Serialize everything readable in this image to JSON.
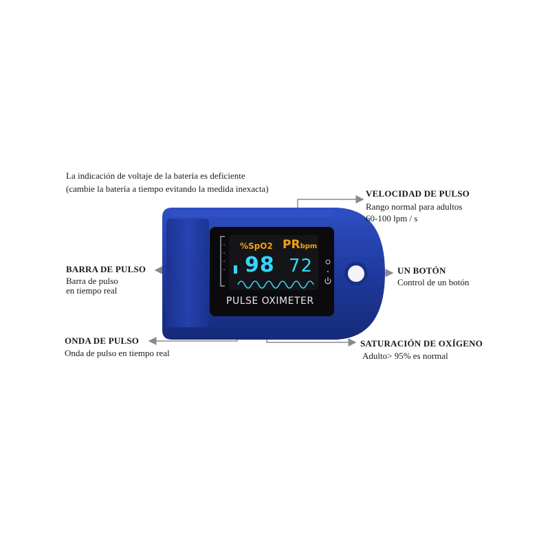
{
  "callouts": {
    "battery": {
      "line1": "La indicación de voltaje de la batería es deficiente",
      "line2": "(cambie la batería a tiempo evitando la medida inexacta)"
    },
    "pulse_rate": {
      "title": "VELOCIDAD DE PULSO",
      "line1": "Rango normal para adultos",
      "line2": "60-100 lpm / s"
    },
    "pulse_bar": {
      "title": "BARRA DE PULSO",
      "line1": "Barra de pulso",
      "line2": "en tiempo real"
    },
    "button": {
      "title": "UN BOTÓN",
      "line1": "Control de un botón"
    },
    "pulse_wave": {
      "title": "ONDA DE PULSO",
      "line1": "Onda de pulso en tiempo real"
    },
    "oxygen": {
      "title": "SATURACIÓN DE OXÍGENO",
      "line1": "Adulto> 95% es normal"
    }
  },
  "device": {
    "spo2_label": "%SpO2",
    "pr_label": "PR",
    "pr_unit": "bpm",
    "spo2_value": "98",
    "pr_value": "72",
    "brand_label": "PULSE OXIMETER"
  },
  "colors": {
    "body_blue": "#1f3a9e",
    "screen_black": "#0b0b0d",
    "digit_cyan": "#33d6ff",
    "label_orange": "#f2a20f",
    "line_gray": "#8a8a8a"
  }
}
